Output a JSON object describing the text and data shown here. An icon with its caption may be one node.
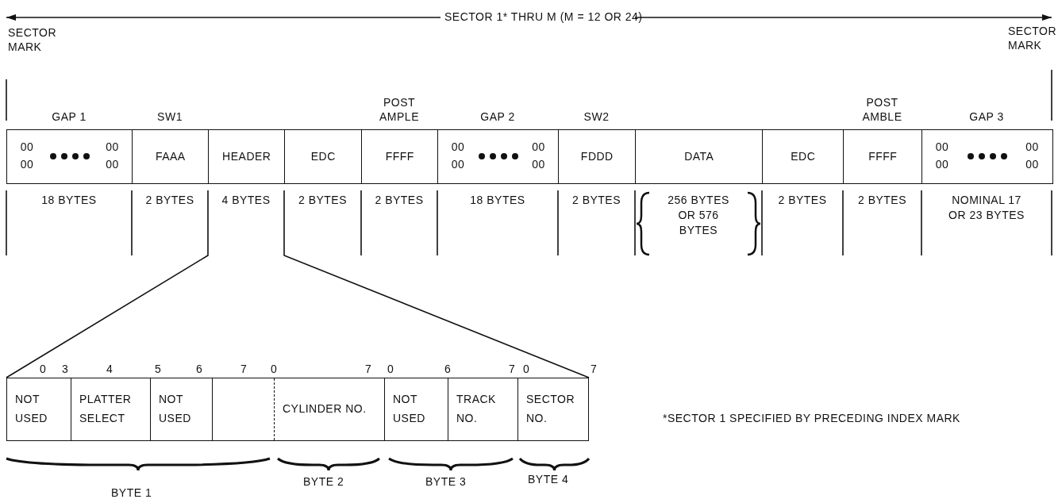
{
  "diagram": {
    "title": "SECTOR 1* THRU M (M = 12 OR 24)",
    "nodes": [
      {
        "text": [
          "GAP 1",
          "00 00",
          "00 00"
        ],
        "beside": [
          "18 BYTES"
        ]
      },
      {
        "text": [
          "SW1",
          "FAAA"
        ],
        "beside": [
          "2 BYTES"
        ]
      },
      {
        "text": [
          "HEADER"
        ],
        "beside": [
          "4 BYTES"
        ]
      },
      {
        "text": [
          "EDC"
        ],
        "beside": [
          "2 BYTES"
        ]
      },
      {
        "text": [
          "POST AMPLE",
          "FFFF"
        ],
        "beside": [
          "2 BYTES"
        ]
      },
      {
        "text": [
          "GAP 2",
          "00 00",
          "00 00"
        ],
        "beside": [
          "18 BYTES"
        ]
      },
      {
        "text": [
          "SW2",
          "FDDD"
        ],
        "beside": [
          "2 BYTES"
        ]
      },
      {
        "text": [
          "DATA"
        ],
        "beside": [
          "256 BYTES OR 576 BYTES"
        ]
      },
      {
        "text": [
          "EDC"
        ],
        "beside": [
          "2 BYTES"
        ]
      },
      {
        "text": [
          "POST AMBLE",
          "FFFF"
        ],
        "beside": [
          "2 BYTES"
        ]
      },
      {
        "text": [
          "GAP 3",
          "00 00",
          "00 00"
        ],
        "beside": [
          "NOMINAL 17 OR 23 BYTES"
        ]
      },
      {
        "text": [],
        "shape": "box"
      },
      {
        "text": [
          "NOT USED"
        ],
        "in": 11
      },
      {
        "text": [
          "PLATTER SELECT"
        ],
        "in": 11
      },
      {
        "text": [
          "NOT USED"
        ],
        "in": 11
      },
      {
        "text": [],
        "shape": "box",
        "in": 11
      },
      {
        "text": [
          "CYLINDER NO."
        ],
        "in": 11
      },
      {
        "text": [
          "NOT USED"
        ],
        "in": 11
      },
      {
        "text": [
          "TRACK NO."
        ],
        "in": 11
      },
      {
        "text": [
          "SECTOR NO."
        ],
        "in": 11
      }
    ],
    "edges": [
      {
        "from": 2,
        "to": 11,
        "arrow": "none"
      },
      {
        "from": 2,
        "to": 11,
        "arrow": "none"
      }
    ],
    "labels": [
      "SECTOR MARK",
      "SECTOR MARK",
      "0",
      "3",
      "4",
      "5",
      "6",
      "7",
      "0",
      "7",
      "0",
      "6",
      "7",
      "0",
      "7",
      "BYTE 1",
      "BYTE 2",
      "BYTE 3",
      "BYTE 4",
      "*SECTOR 1 SPECIFIED BY PRECEDING INDEX MARK"
    ]
  }
}
